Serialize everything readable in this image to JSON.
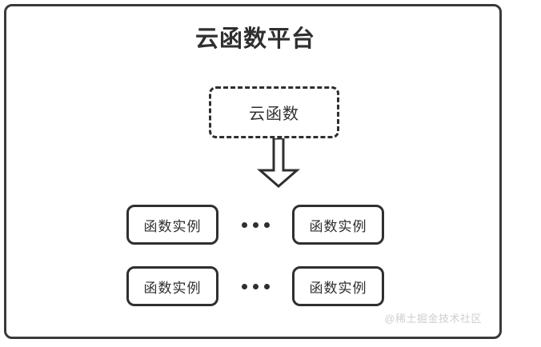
{
  "diagram": {
    "title": "云函数平台",
    "cloud_function": {
      "label": "云函数"
    },
    "arrow": {
      "icon_name": "down-block-arrow-icon"
    },
    "separator": {
      "label": "•••",
      "dot_count": 3
    },
    "instance_rows": [
      {
        "left_instance": "函数实例",
        "separator": "•••",
        "right_instance": "函数实例"
      },
      {
        "left_instance": "函数实例",
        "separator": "•••",
        "right_instance": "函数实例"
      }
    ],
    "watermark": "@稀土掘金技术社区",
    "colors": {
      "stroke": "#2f2f2f",
      "frame": "#3a3a3a",
      "background": "#ffffff",
      "watermark": "#cfcfcf"
    }
  }
}
